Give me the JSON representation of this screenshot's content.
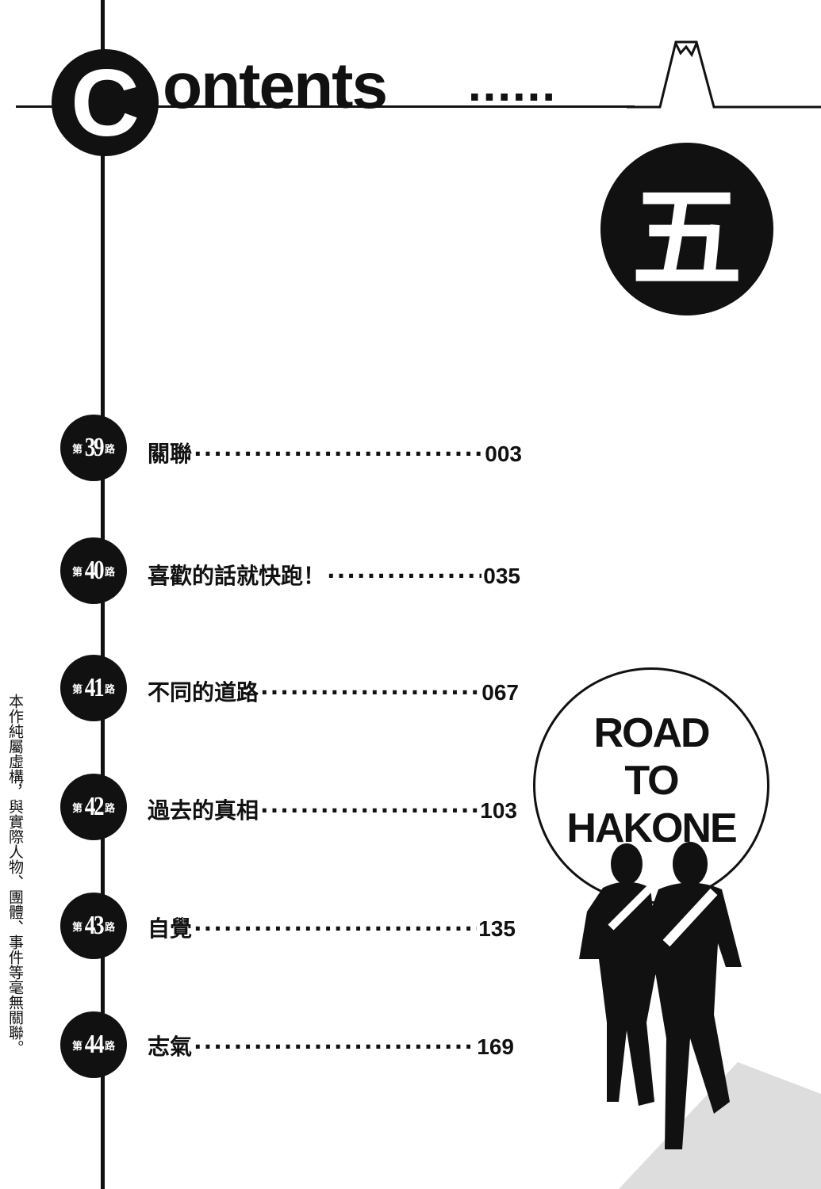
{
  "header": {
    "title_initial": "C",
    "title_rest": "ontents",
    "title_dots": "......",
    "volume": "五"
  },
  "chapters": [
    {
      "prefix": "第",
      "number": "39",
      "suffix": "路",
      "title": "關聯",
      "page": "003"
    },
    {
      "prefix": "第",
      "number": "40",
      "suffix": "路",
      "title": "喜歡的話就快跑！",
      "page": "035"
    },
    {
      "prefix": "第",
      "number": "41",
      "suffix": "路",
      "title": "不同的道路",
      "page": "067"
    },
    {
      "prefix": "第",
      "number": "42",
      "suffix": "路",
      "title": "過去的真相",
      "page": "103"
    },
    {
      "prefix": "第",
      "number": "43",
      "suffix": "路",
      "title": "自覺",
      "page": "135"
    },
    {
      "prefix": "第",
      "number": "44",
      "suffix": "路",
      "title": "志氣",
      "page": "169"
    }
  ],
  "logo": {
    "line1": "ROAD",
    "line2": "TO",
    "line3": "HAKONE"
  },
  "disclaimer": "本作純屬虛構，與實際人物、團體、事件等毫無關聯。"
}
